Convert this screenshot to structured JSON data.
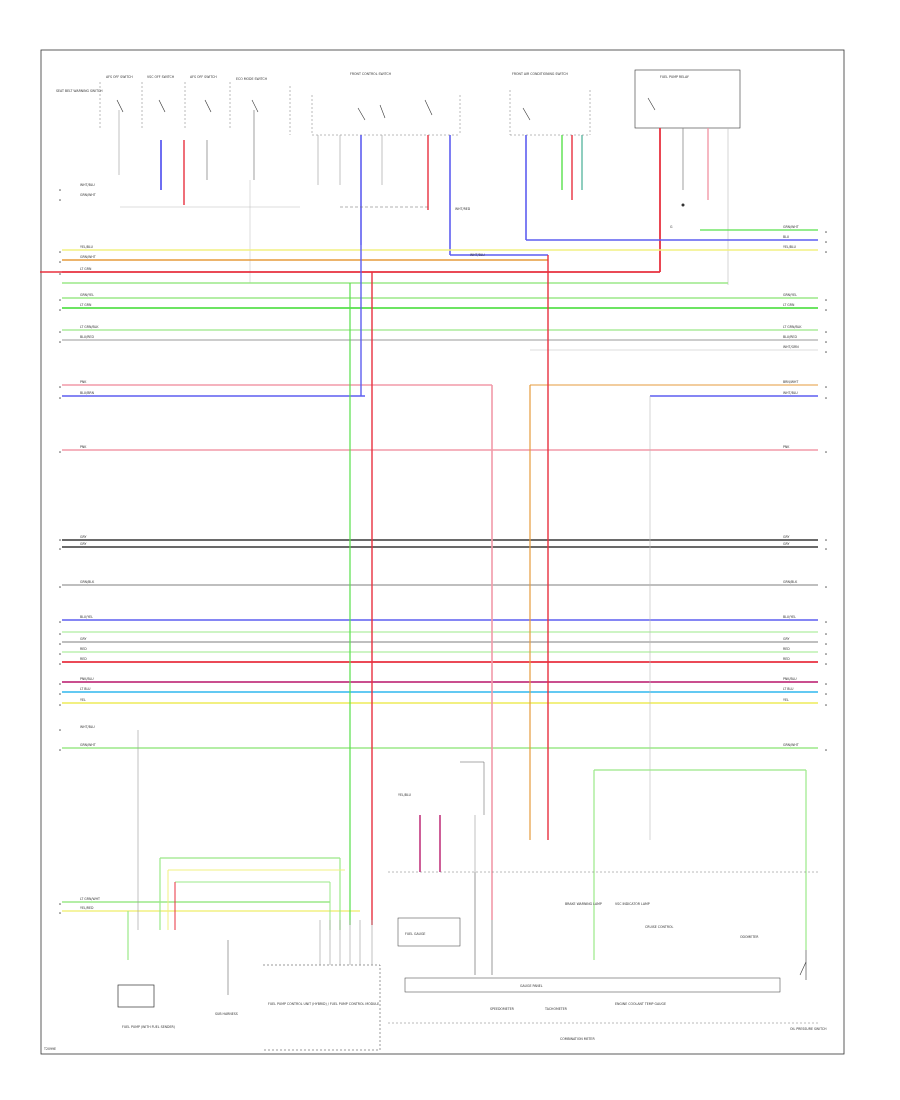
{
  "diagram": {
    "footer_code": "T2099E",
    "top_switches": [
      "SEAT BELT WARNING SWITCH",
      "AFS OFF SWITCH",
      "VSC OFF SWITCH",
      "AFS OFF SWITCH",
      "ECO MODE SWITCH"
    ],
    "top_components": [
      "FRONT CONTROL SWITCH",
      "FRONT AIR CONDITIONING SWITCH",
      "FUEL PUMP RELAY"
    ],
    "ground_label": "G",
    "bus_labels_left": [
      {
        "text": "YEL/BLU"
      },
      {
        "text": "GRN/WHT"
      },
      {
        "text": "LT GRN"
      },
      {
        "text": "GRN/YEL"
      },
      {
        "text": "LT GRN"
      },
      {
        "text": "LT GRN/BLK"
      },
      {
        "text": "BLU/RED"
      },
      {
        "text": "PNK"
      },
      {
        "text": "BLU/BRN"
      },
      {
        "text": "PNK"
      },
      {
        "text": "GRY"
      },
      {
        "text": "GRY"
      },
      {
        "text": "GRN/BLK"
      },
      {
        "text": "BLU/YEL"
      },
      {
        "text": "GRY"
      },
      {
        "text": "RED"
      },
      {
        "text": "RED"
      },
      {
        "text": "PNK/BLU"
      },
      {
        "text": "LT BLU"
      },
      {
        "text": "YEL"
      },
      {
        "text": "WHT/BLU"
      },
      {
        "text": "GRN/WHT"
      },
      {
        "text": "LT GRN/WHT"
      },
      {
        "text": "YEL/RED"
      }
    ],
    "bus_labels_right": [
      {
        "text": "GRN/WHT"
      },
      {
        "text": "BLU"
      },
      {
        "text": "YEL/BLU"
      },
      {
        "text": "GRN/YEL"
      },
      {
        "text": "LT GRN"
      },
      {
        "text": "LT GRN/BLK"
      },
      {
        "text": "BLU/RED"
      },
      {
        "text": "WHT/GRN"
      },
      {
        "text": "BRN/WHT"
      },
      {
        "text": "WHT/BLU"
      },
      {
        "text": "PNK"
      },
      {
        "text": "GRY"
      },
      {
        "text": "GRY"
      },
      {
        "text": "GRN/BLK"
      },
      {
        "text": "BLU/YEL"
      },
      {
        "text": "GRY"
      },
      {
        "text": "RED"
      },
      {
        "text": "RED"
      },
      {
        "text": "PNK/BLU"
      },
      {
        "text": "LT BLU"
      },
      {
        "text": "YEL"
      },
      {
        "text": "GRN/WHT"
      }
    ],
    "mid_labels": [
      "WHT/RED",
      "WHT/BLU",
      "YEL/BLU"
    ],
    "bottom_components": {
      "fuel_pump": "FUEL PUMP (WITH FUEL SENDER)",
      "resistor": "SUB HARNESS",
      "ecu_box": "FUEL PUMP CONTROL UNIT (HYBRID) / FUEL PUMP CONTROL MODULE",
      "gauge_header": "GAUGE PANEL",
      "combination_meter": "COMBINATION METER",
      "oil_pressure": "OIL PRESSURE SWITCH",
      "meter_items": [
        "FUEL GAUGE",
        "BRAKE WARNING LAMP",
        "VSC INDICATOR LAMP",
        "CRUISE CONTROL"
      ],
      "meter_sub": [
        "SPEEDOMETER",
        "TACHOMETER",
        "ENGINE COOLANT TEMP GAUGE",
        "ODOMETER"
      ]
    },
    "colors": {
      "yellow": "#f2f082",
      "green": "#57e04b",
      "light_green": "#9be888",
      "red": "#e8313f",
      "pink": "#f29aa8",
      "blue": "#5d5ef0",
      "light_blue": "#63c9f2",
      "gray": "#9a9a9a",
      "dark": "#555555",
      "magenta": "#c2367f",
      "orange": "#e59b3c",
      "teal": "#5fb8a4"
    }
  }
}
